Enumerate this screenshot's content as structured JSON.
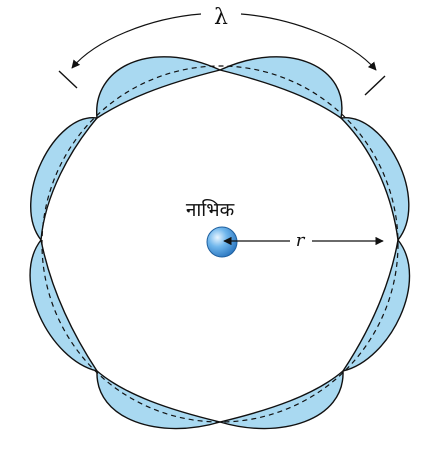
{
  "labels": {
    "wavelength": "λ",
    "nucleus": "नाभिक",
    "radius": "r"
  },
  "colors": {
    "wave_fill": "#a9d9f1",
    "nucleus_fill": "#3f95dc",
    "stroke": "#111111"
  }
}
